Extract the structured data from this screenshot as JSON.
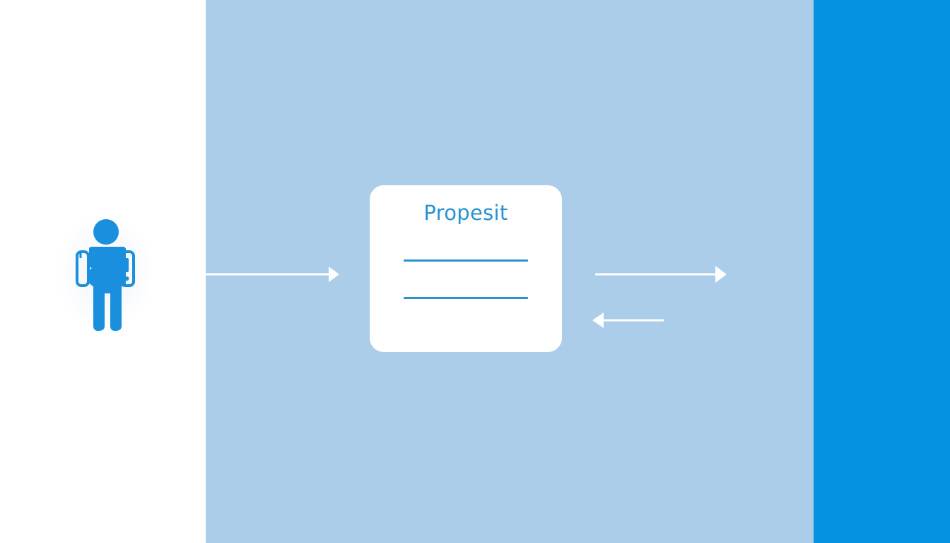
{
  "colors": {
    "left_panel": "#ffffff",
    "middle_panel": "#abcde9",
    "right_panel": "#0593df",
    "icon_blue": "#1a8fdd",
    "arrow": "#ffffff",
    "card_bg": "#ffffff",
    "card_text": "#2a92cf",
    "card_line": "#2a92cf"
  },
  "user": {
    "icon": "person-with-alert-icon"
  },
  "card": {
    "title": "Propesit",
    "icon": "document-lines"
  },
  "arrows": [
    {
      "name": "user-to-proposal",
      "direction": "right"
    },
    {
      "name": "proposal-outgoing",
      "direction": "right"
    },
    {
      "name": "proposal-return",
      "direction": "left"
    }
  ]
}
